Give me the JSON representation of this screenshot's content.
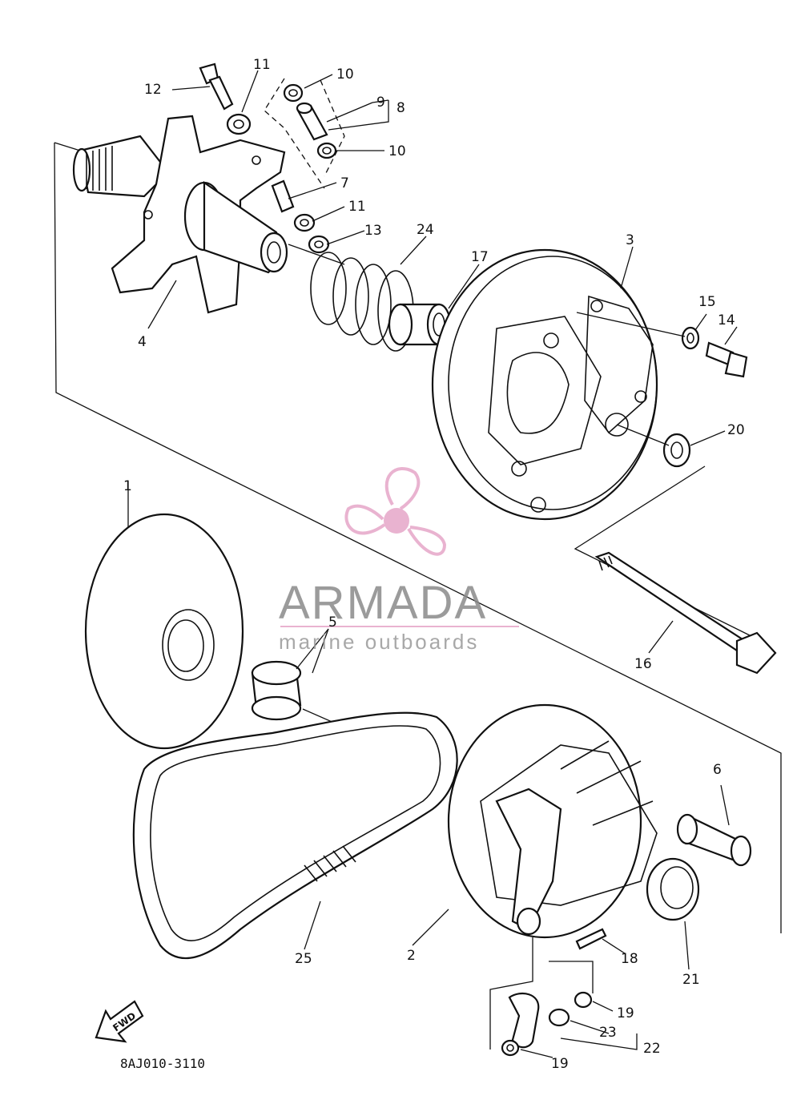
{
  "diagram": {
    "drawing_code": "8AJ010-3110",
    "fwd_label": "FWD",
    "callouts": [
      {
        "id": "c1",
        "text": "1"
      },
      {
        "id": "c2",
        "text": "2"
      },
      {
        "id": "c3",
        "text": "3"
      },
      {
        "id": "c4",
        "text": "4"
      },
      {
        "id": "c5",
        "text": "5"
      },
      {
        "id": "c6",
        "text": "6"
      },
      {
        "id": "c7",
        "text": "7"
      },
      {
        "id": "c8",
        "text": "8"
      },
      {
        "id": "c9",
        "text": "9"
      },
      {
        "id": "c10a",
        "text": "10"
      },
      {
        "id": "c10b",
        "text": "10"
      },
      {
        "id": "c11a",
        "text": "11"
      },
      {
        "id": "c11b",
        "text": "11"
      },
      {
        "id": "c12",
        "text": "12"
      },
      {
        "id": "c13",
        "text": "13"
      },
      {
        "id": "c14",
        "text": "14"
      },
      {
        "id": "c15",
        "text": "15"
      },
      {
        "id": "c16",
        "text": "16"
      },
      {
        "id": "c17",
        "text": "17"
      },
      {
        "id": "c18",
        "text": "18"
      },
      {
        "id": "c19a",
        "text": "19"
      },
      {
        "id": "c19b",
        "text": "19"
      },
      {
        "id": "c20",
        "text": "20"
      },
      {
        "id": "c21",
        "text": "21"
      },
      {
        "id": "c22",
        "text": "22"
      },
      {
        "id": "c23",
        "text": "23"
      },
      {
        "id": "c24",
        "text": "24"
      },
      {
        "id": "c25",
        "text": "25"
      }
    ]
  },
  "watermark": {
    "brand": "ARMADA",
    "tagline": "marine outboards",
    "color": "#e6a6c8"
  }
}
